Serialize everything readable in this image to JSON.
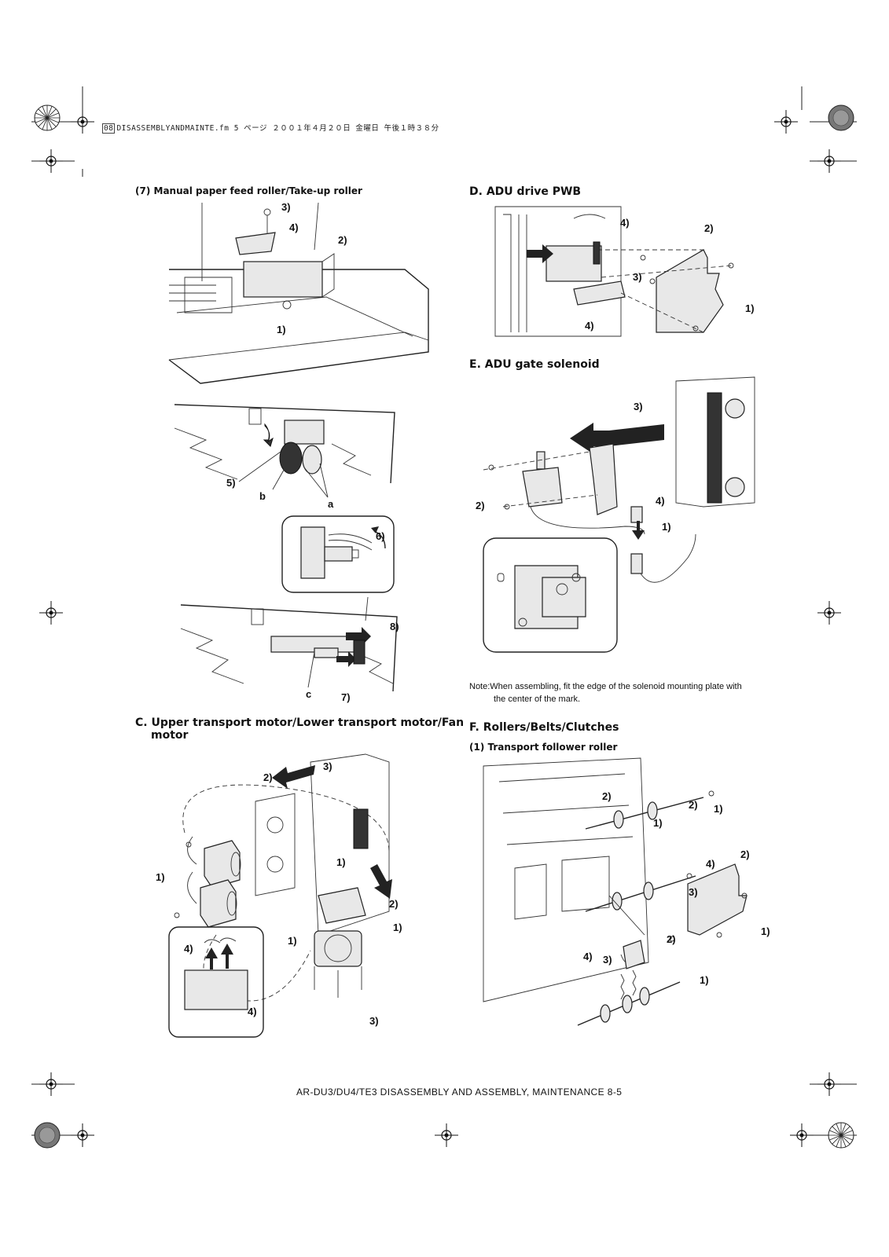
{
  "print_header": {
    "box": "08",
    "text": "DISASSEMBLYANDMAINTE.fm  5 ページ  ２００１年４月２０日  金曜日  午後１時３８分"
  },
  "sections": {
    "manual_feed": {
      "title": "(7) Manual paper feed roller/Take-up roller",
      "callouts": [
        "3)",
        "4)",
        "2)",
        "1)",
        "5)",
        "b",
        "a",
        "6)",
        "8)",
        "c",
        "7)"
      ]
    },
    "transport_motor": {
      "title_line1": "C. Upper transport motor/Lower transport motor/Fan",
      "title_line2": "motor",
      "callouts": [
        "2)",
        "3)",
        "1)",
        "1)",
        "2)",
        "1)",
        "1)",
        "4)",
        "4)",
        "3)"
      ]
    },
    "adu_pwb": {
      "title": "D. ADU drive PWB",
      "callouts": [
        "4)",
        "2)",
        "3)",
        "1)",
        "4)"
      ]
    },
    "adu_solenoid": {
      "title": "E. ADU gate solenoid",
      "callouts": [
        "3)",
        "2)",
        "4)",
        "1)"
      ],
      "note_line1": "Note:When assembling, fit the edge of the solenoid mounting plate with",
      "note_line2": "the center of the mark."
    },
    "rollers": {
      "title": "F. Rollers/Belts/Clutches",
      "subtitle": "(1) Transport follower roller",
      "callouts": [
        "2)",
        "1)",
        "2)",
        "1)",
        "2)",
        "4)",
        "3)",
        "1)",
        "2)",
        "4)",
        "3)",
        "1)"
      ]
    }
  },
  "footer": {
    "text": "AR-DU3/DU4/TE3 DISASSEMBLY AND ASSEMBLY, MAINTENANCE 8-5"
  },
  "icons": {
    "registration_mark": "crosshair-registration-icon",
    "corner_dial": "radial-corner-mark-icon"
  }
}
